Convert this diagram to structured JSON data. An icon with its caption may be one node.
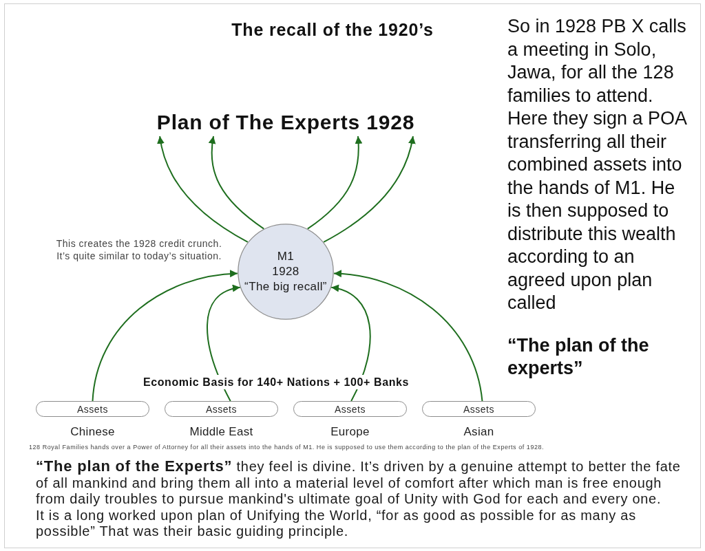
{
  "diagram": {
    "title": "The recall of the 1920’s",
    "nodes": [
      {
        "text": [
          "Plan of The Experts 1928"
        ]
      },
      {
        "text": [
          "M1",
          "1928",
          "“The big recall”"
        ]
      },
      {
        "text": [
          "Assets"
        ],
        "beside": [
          "Chinese"
        ]
      },
      {
        "text": [
          "Assets"
        ],
        "beside": [
          "Middle East"
        ]
      },
      {
        "text": [
          "Assets"
        ],
        "beside": [
          "Europe"
        ]
      },
      {
        "text": [
          "Assets"
        ],
        "beside": [
          "Asian"
        ]
      }
    ],
    "edges": [
      {
        "from": 1,
        "to": 0,
        "arrow": "to"
      },
      {
        "from": 1,
        "to": 0,
        "arrow": "to"
      },
      {
        "from": 1,
        "to": 0,
        "arrow": "to"
      },
      {
        "from": 1,
        "to": 0,
        "arrow": "to"
      },
      {
        "from": 2,
        "to": 1,
        "arrow": "to"
      },
      {
        "from": 3,
        "to": 1,
        "arrow": "to"
      },
      {
        "from": 4,
        "to": 1,
        "arrow": "to"
      },
      {
        "from": 5,
        "to": 1,
        "arrow": "to"
      }
    ],
    "labels": [
      "So in 1928 PB X calls a meeting in Solo, Jawa, for all the 128 families to attend. Here they sign a POA transferring all their combined assets into the hands of M1. He is then supposed to distribute this wealth according to an agreed upon plan called",
      "“The plan of the experts”",
      "This creates the 1928 credit crunch. It’s quite similar to today’s situation.",
      "Economic Basis for 140+ Nations + 100+ Banks",
      "128 Royal Families hands over a Power of Attorney for all their assets into the hands of M1. He is supposed to use them according to the plan of the Experts of 1928.",
      "**“The plan of the Experts”** they feel is divine. It’s driven by a genuine attempt to better the fate of all mankind and bring them all into a material level of comfort after which man is free enough from daily troubles to pursue mankind's ultimate goal of Unity with God for each and every one.",
      "It is a long worked upon plan of Unifying the World, “for as good as possible for as many as possible” That was their basic guiding principle."
    ]
  }
}
